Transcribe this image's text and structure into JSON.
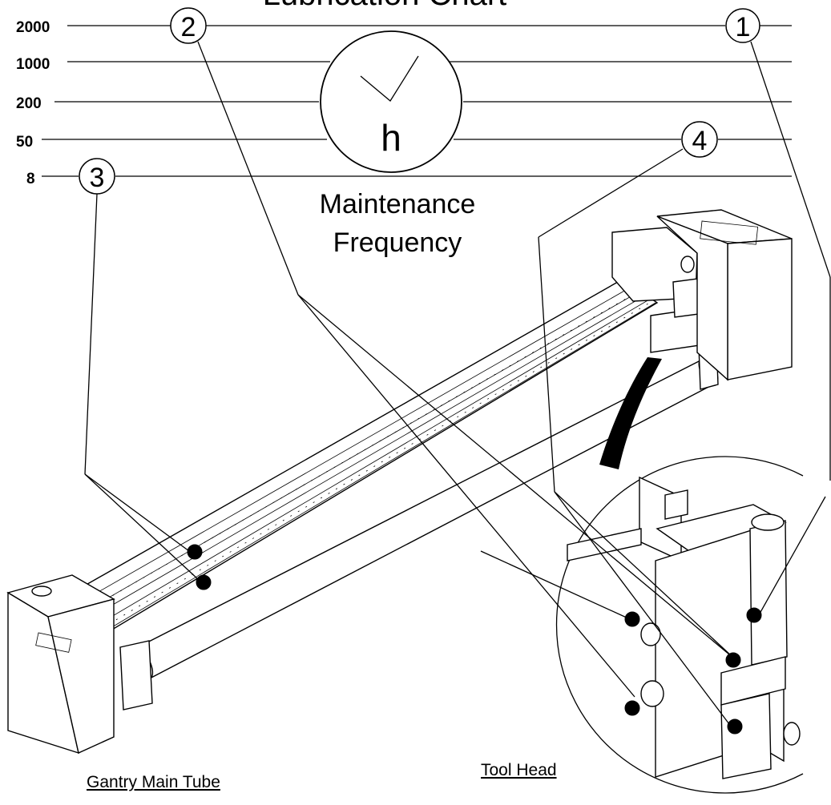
{
  "title": "Lubrication Chart",
  "frequency_scale": {
    "unit_symbol": "h",
    "levels": [
      {
        "value": "2000",
        "callout": "2"
      },
      {
        "value": "1000",
        "callout": ""
      },
      {
        "value": "200",
        "callout": ""
      },
      {
        "value": "50",
        "callout": "4"
      },
      {
        "value": "8",
        "callout": "3"
      }
    ],
    "right_callouts": [
      "1"
    ]
  },
  "legend": {
    "line1": "Maintenance",
    "line2": "Frequency"
  },
  "views": {
    "gantry": "Gantry Main Tube",
    "tool_head": "Tool Head"
  },
  "colors": {
    "ink": "#000000",
    "paper": "#ffffff"
  }
}
